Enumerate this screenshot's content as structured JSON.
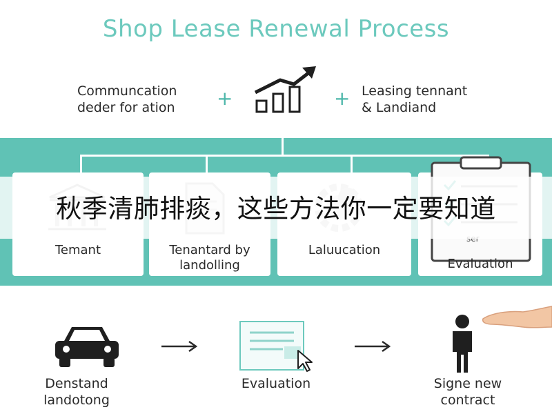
{
  "title": "Shop Lease Renewal Process",
  "top": {
    "left_line1": "Communcation",
    "left_line2": "deder for ation",
    "plus": "+",
    "right_line1": "Leasing tennant",
    "right_line2": "& Landiand"
  },
  "cards": [
    {
      "line1": "Temant",
      "line2": ""
    },
    {
      "line1": "Tenantard by",
      "line2": "landolling"
    },
    {
      "line1": "Laluucation",
      "line2": ""
    },
    {
      "line1": "Evaluation",
      "line2": "",
      "doc_text": "ser"
    }
  ],
  "banner": "秋季清肺排痰，这些方法你一定要知道",
  "bottom": [
    {
      "line1": "Denstand",
      "line2": "landotong"
    },
    {
      "line1": "Evaluation",
      "line2": ""
    },
    {
      "line1": "Signe new",
      "line2": "contract"
    }
  ],
  "colors": {
    "accent": "#6cc9bd",
    "band": "#60c2b5",
    "plus": "#4db7aa"
  },
  "icons": {
    "top_center": "bar-chart-trend-icon",
    "card1": "bank-building-icon",
    "card2": "document-icon",
    "card3": "gear-badge-icon",
    "card4": "clipboard-checklist-icon",
    "bottom1": "car-icon",
    "bottom2": "document-cursor-icon",
    "bottom3": "person-hand-icon"
  }
}
